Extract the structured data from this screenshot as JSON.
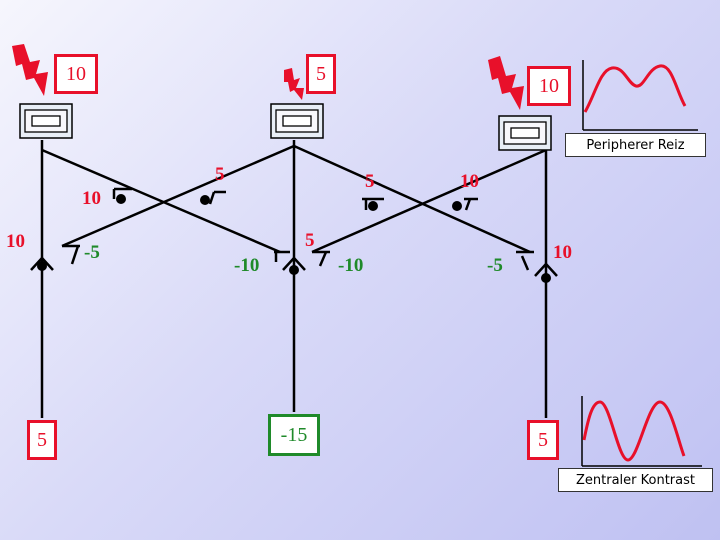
{
  "inputs": {
    "left": "10",
    "center": "5",
    "right": "10"
  },
  "outputs": {
    "left": "5",
    "center": "-15",
    "right": "5"
  },
  "weights": {
    "w_left_a": "10",
    "w_left_b": "-5",
    "w_cl_top": "5",
    "w_cr_top": "5",
    "w_cl_bottom": "-10",
    "w_center_in": "5",
    "w_cr_bottom": "-10",
    "w_right_top": "10",
    "w_right_b": "-5",
    "w_left_in": "10",
    "w_right_in": "10"
  },
  "captions": {
    "peripheral": "Peripherer Reiz",
    "central": "Zentraler Kontrast"
  },
  "colors": {
    "excitatory": "#e8102a",
    "inhibitory": "#1f8a2a",
    "wire": "#000000"
  }
}
